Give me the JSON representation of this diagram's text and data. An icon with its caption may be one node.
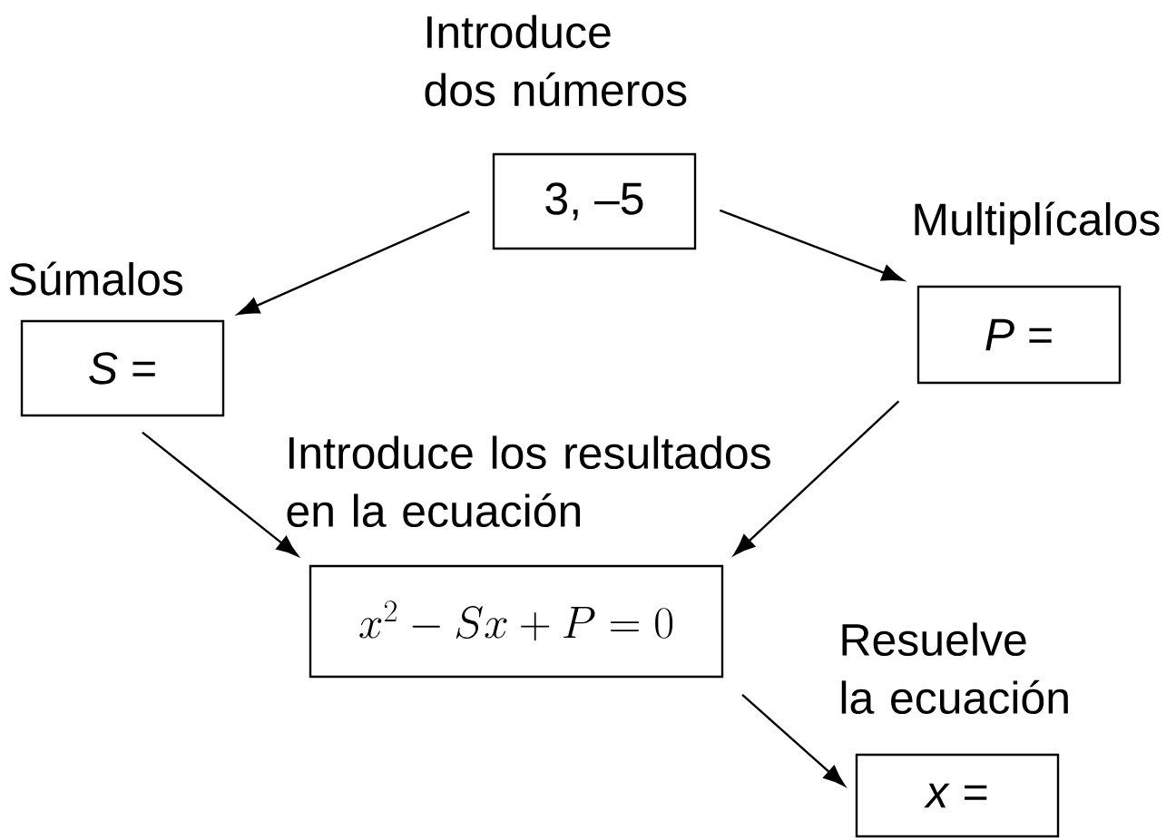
{
  "diagram": {
    "nodes": [
      {
        "text": [
          "Introduce dos números",
          "3, –5"
        ]
      },
      {
        "text": [
          "Súmalos",
          "*S* ="
        ]
      },
      {
        "text": [
          "Multiplícalos",
          "*P* ="
        ]
      },
      {
        "text": [
          "Introduce los resultados en la ecuación",
          "x^{2}-Sx+P=0"
        ]
      },
      {
        "text": [
          "Resuelve la ecuación",
          "*x* ="
        ]
      }
    ],
    "edges": [
      {
        "from": 0,
        "to": 1,
        "arrow": "to"
      },
      {
        "from": 0,
        "to": 2,
        "arrow": "to"
      },
      {
        "from": 1,
        "to": 3,
        "arrow": "to"
      },
      {
        "from": 2,
        "to": 3,
        "arrow": "to"
      },
      {
        "from": 3,
        "to": 4,
        "arrow": "to"
      }
    ]
  }
}
